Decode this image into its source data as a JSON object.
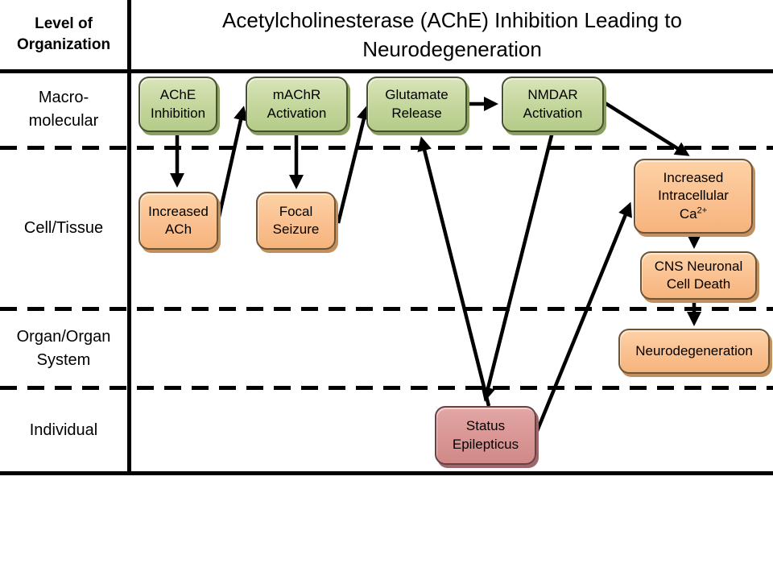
{
  "header": {
    "corner_label": "Level of Organization",
    "title_line1": "Acetylcholinesterase (AChE) Inhibition Leading to",
    "title_line2": "Neurodegeneration"
  },
  "rows": [
    {
      "label": "Macro-molecular"
    },
    {
      "label": "Cell/Tissue"
    },
    {
      "label": "Organ/Organ System"
    },
    {
      "label": "Individual"
    }
  ],
  "nodes": {
    "ache_inhibition": {
      "label": "AChE Inhibition",
      "row": "Macro-molecular",
      "color": "green"
    },
    "machr_activation": {
      "label": "mAChR Activation",
      "row": "Macro-molecular",
      "color": "green"
    },
    "glutamate_release": {
      "label": "Glutamate Release",
      "row": "Macro-molecular",
      "color": "green"
    },
    "nmdar_activation": {
      "label": "NMDAR Activation",
      "row": "Macro-molecular",
      "color": "green"
    },
    "increased_ach": {
      "label": "Increased ACh",
      "row": "Cell/Tissue",
      "color": "orange"
    },
    "focal_seizure": {
      "label": "Focal Seizure",
      "row": "Cell/Tissue",
      "color": "orange"
    },
    "increased_intracellular_ca": {
      "label": "Increased Intracellular Ca2+",
      "row": "Cell/Tissue",
      "color": "orange",
      "display": {
        "line": "Increased Intracellular",
        "base": "Ca",
        "sup": "2+"
      }
    },
    "cns_neuronal_cell_death": {
      "label": "CNS Neuronal Cell Death",
      "row": "Cell/Tissue",
      "color": "orange"
    },
    "neurodegeneration": {
      "label": "Neurodegeneration",
      "row": "Organ/Organ System",
      "color": "orange"
    },
    "status_epilepticus": {
      "label": "Status Epilepticus",
      "row": "Individual",
      "color": "pink"
    }
  },
  "edges": [
    {
      "from": "AChE Inhibition",
      "to": "Increased ACh"
    },
    {
      "from": "Increased ACh",
      "to": "mAChR Activation"
    },
    {
      "from": "mAChR Activation",
      "to": "Focal Seizure"
    },
    {
      "from": "Focal Seizure",
      "to": "Glutamate Release"
    },
    {
      "from": "Glutamate Release",
      "to": "NMDAR Activation"
    },
    {
      "from": "NMDAR Activation",
      "to": "Increased Intracellular Ca2+"
    },
    {
      "from": "NMDAR Activation",
      "to": "Status Epilepticus"
    },
    {
      "from": "Status Epilepticus",
      "to": "Glutamate Release"
    },
    {
      "from": "Status Epilepticus",
      "to": "Increased Intracellular Ca2+"
    },
    {
      "from": "Increased Intracellular Ca2+",
      "to": "CNS Neuronal Cell Death"
    },
    {
      "from": "CNS Neuronal Cell Death",
      "to": "Neurodegeneration"
    }
  ],
  "colors": {
    "green_fill": "#c3d69b",
    "orange_fill": "#fac090",
    "pink_fill": "#d99694",
    "line": "#000000"
  }
}
